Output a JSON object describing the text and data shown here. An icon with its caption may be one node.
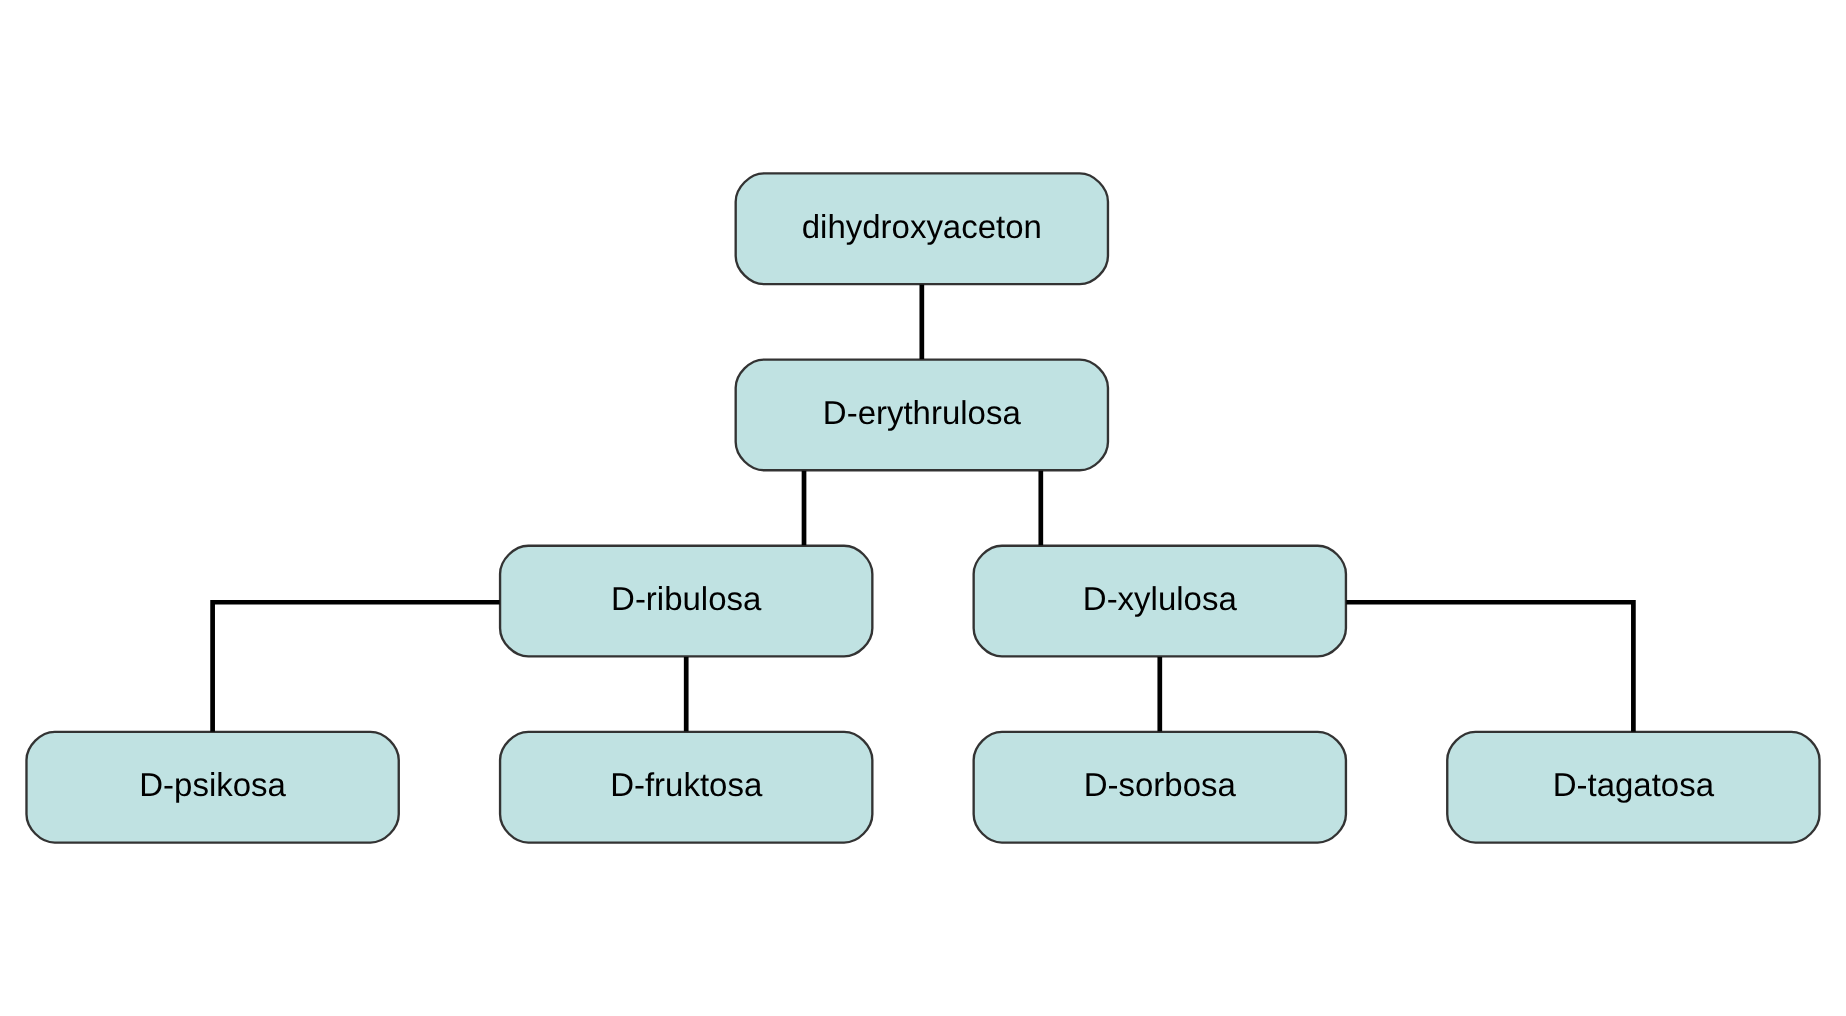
{
  "diagram": {
    "nodes": [
      {
        "text": [
          "dihydroxyaceton"
        ]
      },
      {
        "text": [
          "D-erythrulosa"
        ]
      },
      {
        "text": [
          "D-ribulosa"
        ]
      },
      {
        "text": [
          "D-xylulosa"
        ]
      },
      {
        "text": [
          "D-psikosa"
        ]
      },
      {
        "text": [
          "D-fruktosa"
        ]
      },
      {
        "text": [
          "D-sorbosa"
        ]
      },
      {
        "text": [
          "D-tagatosa"
        ]
      }
    ],
    "edges": [
      {
        "from": 0,
        "to": 1,
        "arrow": "none"
      },
      {
        "from": 1,
        "to": 2,
        "arrow": "none"
      },
      {
        "from": 1,
        "to": 3,
        "arrow": "none"
      },
      {
        "from": 2,
        "to": 4,
        "arrow": "none"
      },
      {
        "from": 2,
        "to": 5,
        "arrow": "none"
      },
      {
        "from": 3,
        "to": 6,
        "arrow": "none"
      },
      {
        "from": 3,
        "to": 7,
        "arrow": "none"
      }
    ]
  }
}
